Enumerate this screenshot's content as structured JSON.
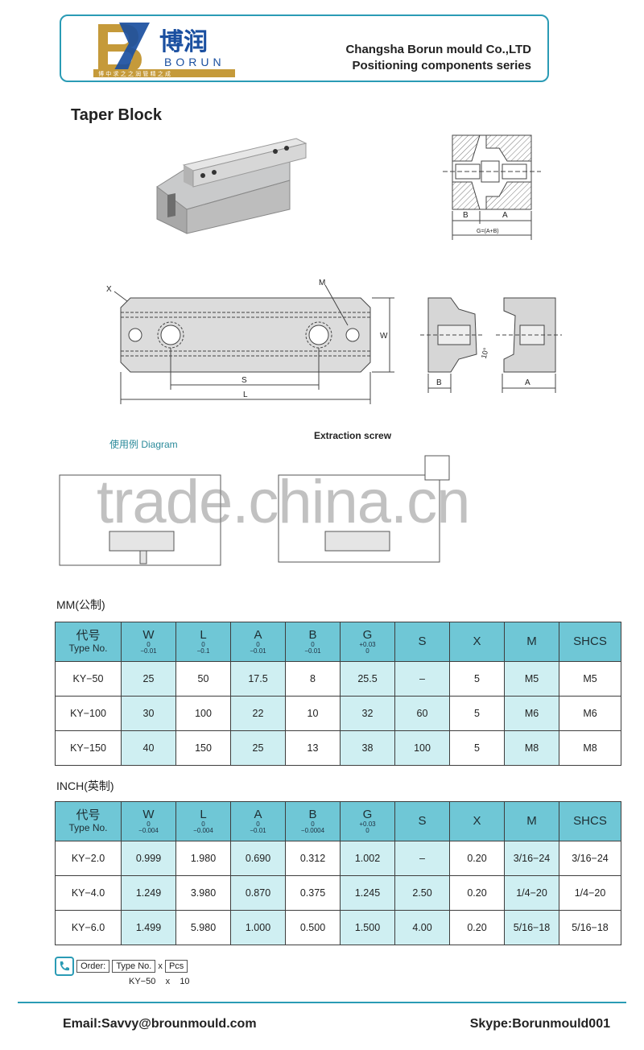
{
  "header": {
    "logo_cn": "博润",
    "logo_en": "BORUN",
    "logo_slogan": "博 中 求 之 之   润 管 精 之 成",
    "company": "Changsha Borun mould Co.,LTD",
    "series": "Positioning components series",
    "colors": {
      "accent": "#2a9bb5",
      "logo_gold": "#c59a3a",
      "logo_blue": "#1a4fa0"
    }
  },
  "title": "Taper Block",
  "drawing_labels": {
    "B": "B",
    "A": "A",
    "G": "G=(A+B)",
    "X": "X",
    "M": "M",
    "W": "W",
    "S": "S",
    "L": "L",
    "angle": "10°"
  },
  "diagram_label": "使用例 Diagram",
  "extraction_label": "Extraction screw",
  "watermark": "trade.china.cn",
  "mm": {
    "section": "MM(公制)",
    "headers": [
      {
        "main": "代号",
        "sub": "Type No."
      },
      {
        "main": "W",
        "tol_top": "0",
        "tol_bot": "−0.01"
      },
      {
        "main": "L",
        "tol_top": "0",
        "tol_bot": "−0.1"
      },
      {
        "main": "A",
        "tol_top": "0",
        "tol_bot": "−0.01"
      },
      {
        "main": "B",
        "tol_top": "0",
        "tol_bot": "−0.01"
      },
      {
        "main": "G",
        "tol_top": "+0.03",
        "tol_bot": "0"
      },
      {
        "main": "S"
      },
      {
        "main": "X"
      },
      {
        "main": "M"
      },
      {
        "main": "SHCS"
      }
    ],
    "rows": [
      [
        "KY−50",
        "25",
        "50",
        "17.5",
        "8",
        "25.5",
        "–",
        "5",
        "M5",
        "M5"
      ],
      [
        "KY−100",
        "30",
        "100",
        "22",
        "10",
        "32",
        "60",
        "5",
        "M6",
        "M6"
      ],
      [
        "KY−150",
        "40",
        "150",
        "25",
        "13",
        "38",
        "100",
        "5",
        "M8",
        "M8"
      ]
    ]
  },
  "inch": {
    "section": "INCH(英制)",
    "headers": [
      {
        "main": "代号",
        "sub": "Type No."
      },
      {
        "main": "W",
        "tol_top": "0",
        "tol_bot": "−0.004"
      },
      {
        "main": "L",
        "tol_top": "0",
        "tol_bot": "−0.004"
      },
      {
        "main": "A",
        "tol_top": "0",
        "tol_bot": "−0.01"
      },
      {
        "main": "B",
        "tol_top": "0",
        "tol_bot": "−0.0004"
      },
      {
        "main": "G",
        "tol_top": "+0.03",
        "tol_bot": "0"
      },
      {
        "main": "S"
      },
      {
        "main": "X"
      },
      {
        "main": "M"
      },
      {
        "main": "SHCS"
      }
    ],
    "rows": [
      [
        "KY−2.0",
        "0.999",
        "1.980",
        "0.690",
        "0.312",
        "1.002",
        "–",
        "0.20",
        "3/16−24",
        "3/16−24"
      ],
      [
        "KY−4.0",
        "1.249",
        "3.980",
        "0.870",
        "0.375",
        "1.245",
        "2.50",
        "0.20",
        "1/4−20",
        "1/4−20"
      ],
      [
        "KY−6.0",
        "1.499",
        "5.980",
        "1.000",
        "0.500",
        "1.500",
        "4.00",
        "0.20",
        "5/16−18",
        "5/16−18"
      ]
    ]
  },
  "order": {
    "label": "Order:",
    "col1": "Type No.",
    "times": "x",
    "col2": "Pcs",
    "ex1": "KY−50",
    "ex_times": "x",
    "ex2": "10"
  },
  "footer": {
    "email": "Email:Savvy@brounmould.com",
    "skype": "Skype:Borunmould001"
  }
}
